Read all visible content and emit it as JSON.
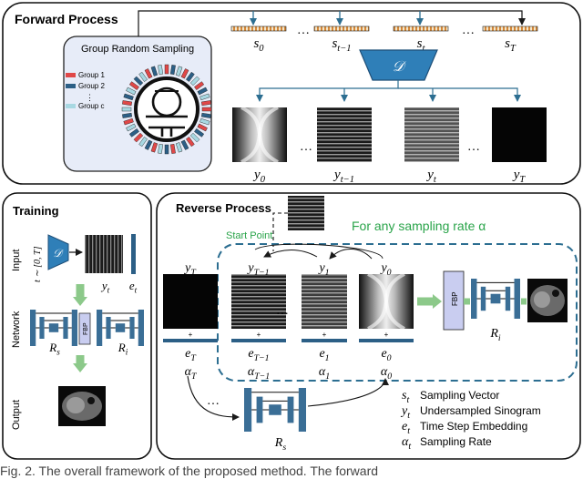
{
  "forward": {
    "title": "Forward Process",
    "group_sampling": {
      "title": "Group Random Sampling",
      "groups": [
        "Group 1",
        "Group 2",
        "Group c"
      ],
      "group_colors": [
        "#e04848",
        "#2c5f86",
        "#a8d8e2"
      ],
      "ellipsis": "⋮"
    },
    "vectors": [
      "s_0",
      "s_{t-1}",
      "s_t",
      "s_T"
    ],
    "vector_labels": [
      {
        "main": "s",
        "sub": "0"
      },
      {
        "main": "s",
        "sub": "t−1"
      },
      {
        "main": "s",
        "sub": "t"
      },
      {
        "main": "s",
        "sub": "T"
      }
    ],
    "operator": "𝒟",
    "sinograms": [
      {
        "main": "y",
        "sub": "0"
      },
      {
        "main": "y",
        "sub": "t−1"
      },
      {
        "main": "y",
        "sub": "t"
      },
      {
        "main": "y",
        "sub": "T"
      }
    ],
    "dots": "…"
  },
  "training": {
    "title": "Training",
    "row_labels": [
      "Input",
      "Network",
      "Output"
    ],
    "t_range": "t ∼ [0, T]",
    "operator": "𝒟",
    "y_label": {
      "main": "y",
      "sub": "t"
    },
    "e_label": {
      "main": "e",
      "sub": "t"
    },
    "fbp": "FBP",
    "rs": {
      "main": "R",
      "sub": "s"
    },
    "ri": {
      "main": "R",
      "sub": "i"
    }
  },
  "reverse": {
    "title": "Reverse Process",
    "any_rate": "For any sampling rate α",
    "start_point": "Start Point",
    "steps": [
      {
        "y": {
          "main": "y",
          "sub": "T"
        },
        "e": {
          "main": "e",
          "sub": "T"
        },
        "a": {
          "main": "α",
          "sub": "T"
        }
      },
      {
        "y": {
          "main": "y",
          "sub": "T−1"
        },
        "e": {
          "main": "e",
          "sub": "T−1"
        },
        "a": {
          "main": "α",
          "sub": "T−1"
        }
      },
      {
        "y": {
          "main": "y",
          "sub": "1"
        },
        "e": {
          "main": "e",
          "sub": "1"
        },
        "a": {
          "main": "α",
          "sub": "1"
        }
      },
      {
        "y": {
          "main": "y",
          "sub": "0"
        },
        "e": {
          "main": "e",
          "sub": "0"
        },
        "a": {
          "main": "α",
          "sub": "0"
        }
      }
    ],
    "plus": "+",
    "fbp": "FBP",
    "ri": {
      "main": "R",
      "sub": "i"
    },
    "rs": {
      "main": "R",
      "sub": "s"
    },
    "dots": "…"
  },
  "legend": [
    {
      "main": "s",
      "sub": "t",
      "text": "Sampling Vector"
    },
    {
      "main": "y",
      "sub": "t",
      "text": "Undersampled Sinogram"
    },
    {
      "main": "e",
      "sub": "t",
      "text": "Time Step Embedding"
    },
    {
      "main": "α",
      "sub": "t",
      "text": "Sampling Rate"
    }
  ],
  "caption": "Fig. 2. The overall framework of the proposed method. The forward"
}
